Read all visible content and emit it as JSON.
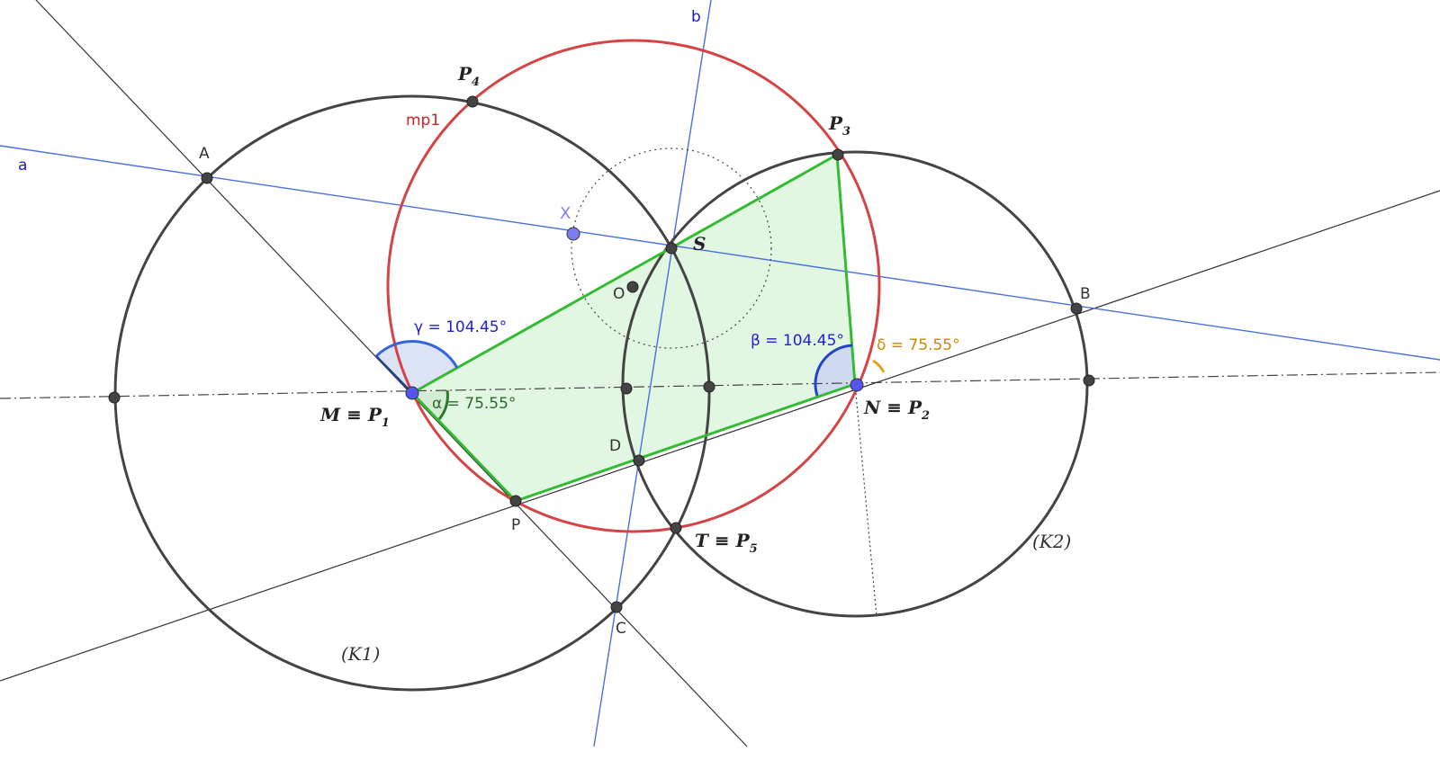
{
  "labels": {
    "a": "a",
    "b": "b",
    "A": "A",
    "B": "B",
    "C": "C",
    "D": "D",
    "O": "O",
    "P": "P",
    "X": "X",
    "mp1": "mp1",
    "S": "S",
    "P3": "P",
    "P3_sub": "3",
    "P4": "P",
    "P4_sub": "4",
    "M": "M ≡ P",
    "M_sub": "1",
    "N": "N ≡ P",
    "N_sub": "2",
    "T": "T ≡ P",
    "T_sub": "5",
    "K1": "(K1)",
    "K2": "(K2)"
  },
  "angles": {
    "gamma": "γ = 104.45°",
    "alpha": "α = 75.55°",
    "beta": "β = 104.45°",
    "delta": "δ = 75.55°"
  },
  "colors": {
    "circle": "#444444",
    "mp1_circle": "#d44444",
    "blue_line": "#4a6fe0",
    "green": "#33bb33",
    "green_fill": "#e2f7e2",
    "angle_blue": "#3355cc",
    "angle_green": "#2a7a2a",
    "angle_orange": "#e0a020"
  }
}
